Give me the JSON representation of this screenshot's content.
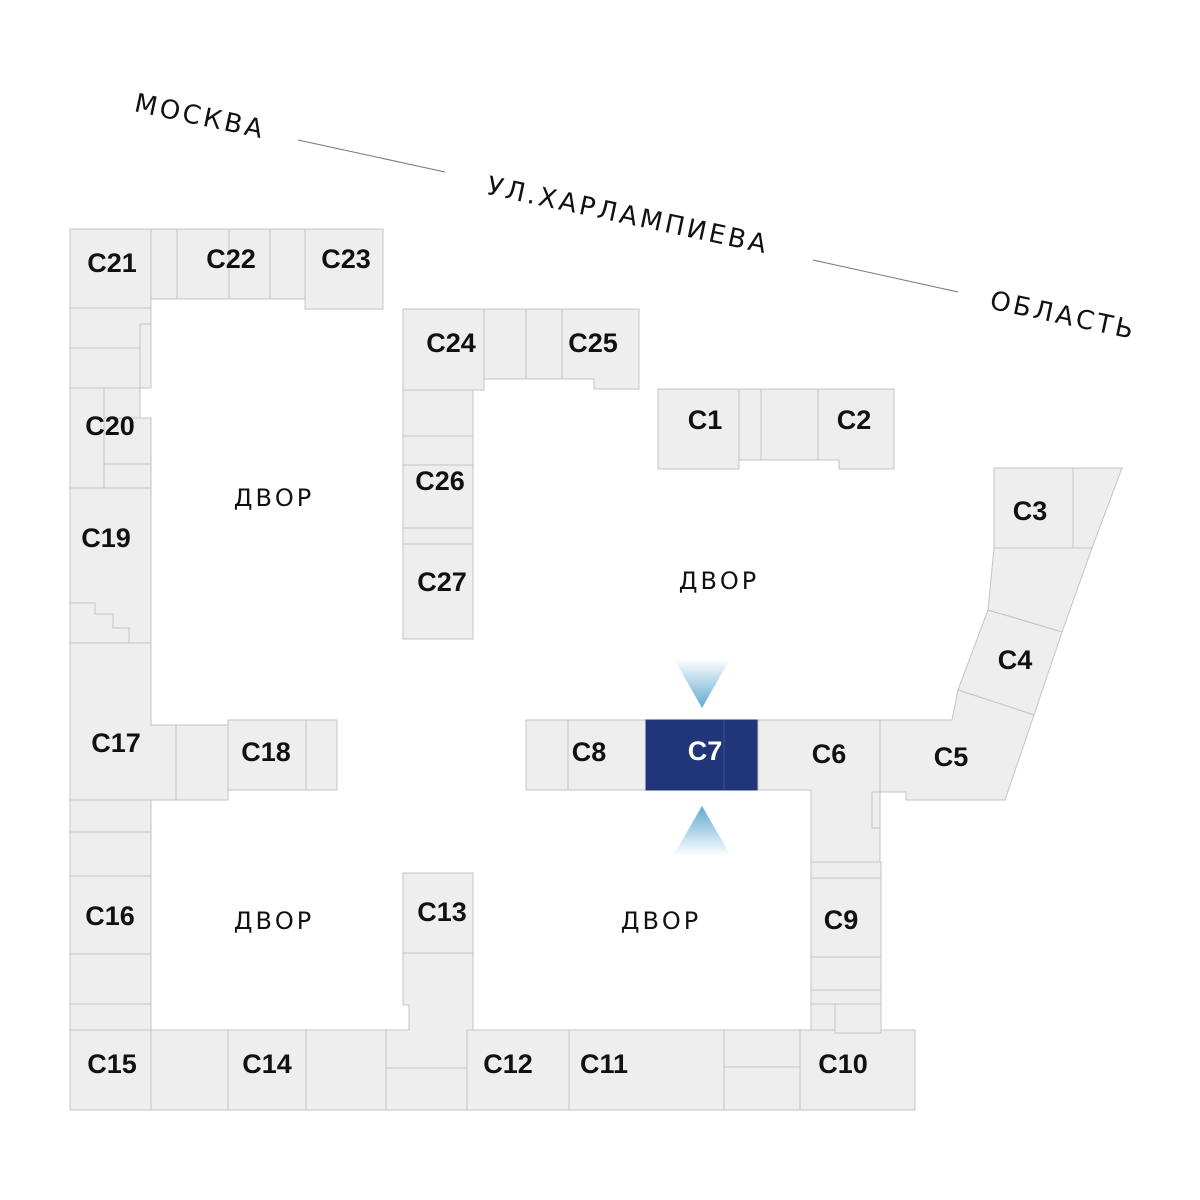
{
  "street": {
    "city": "МОСКВА",
    "name": "УЛ.ХАРЛАМПИЕВА",
    "region": "ОБЛАСТЬ"
  },
  "yard_label": "ДВОР",
  "selected_section": "C7",
  "colors": {
    "building": "#eeeeee",
    "border": "#c4c4c4",
    "selected": "#213679",
    "marker": "#6fb2d2"
  },
  "sections": {
    "c1": "C1",
    "c2": "C2",
    "c3": "C3",
    "c4": "C4",
    "c5": "C5",
    "c6": "C6",
    "c7": "C7",
    "c8": "C8",
    "c9": "C9",
    "c10": "C10",
    "c11": "C11",
    "c12": "C12",
    "c13": "C13",
    "c14": "C14",
    "c15": "C15",
    "c16": "C16",
    "c17": "C17",
    "c18": "C18",
    "c19": "C19",
    "c20": "C20",
    "c21": "C21",
    "c22": "C22",
    "c23": "C23",
    "c24": "C24",
    "c25": "C25",
    "c26": "C26",
    "c27": "C27"
  }
}
